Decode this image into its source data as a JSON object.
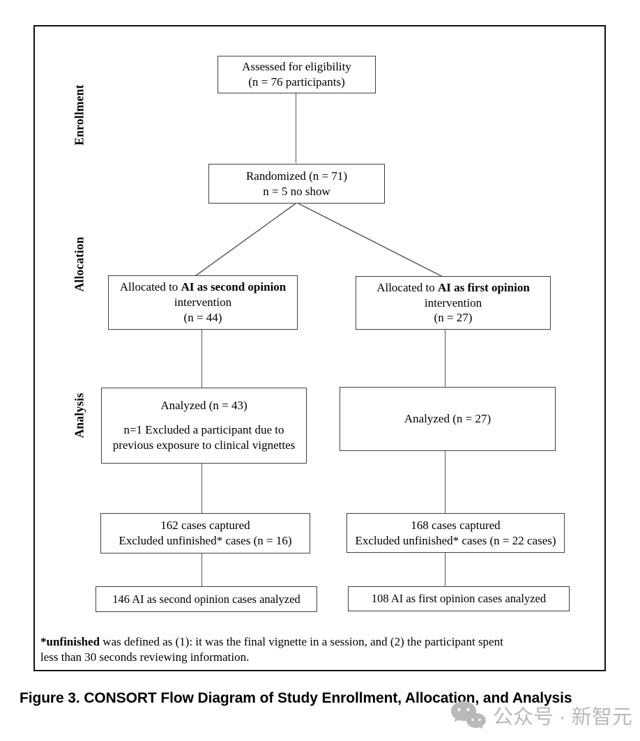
{
  "page": {
    "caption": "Figure 3. CONSORT Flow Diagram of Study Enrollment, Allocation, and Analysis",
    "watermark_text": "公众号 · 新智元"
  },
  "stage_labels": {
    "enrollment": "Enrollment",
    "allocation": "Allocation",
    "analysis": "Analysis"
  },
  "boxes": {
    "assessed": {
      "line1": "Assessed for eligibility",
      "line2": "(n = 76 participants)"
    },
    "randomized": {
      "line1": "Randomized (n = 71)",
      "line2": "n = 5 no show"
    },
    "alloc_second": {
      "prefix": "Allocated to ",
      "bold": "AI as second opinion",
      "line2": "intervention",
      "line3": "(n = 44)"
    },
    "alloc_first": {
      "prefix": "Allocated to ",
      "bold": "AI as first opinion",
      "line2": "intervention",
      "line3": "(n = 27)"
    },
    "analyzed_second": {
      "title": "Analyzed (n = 43)",
      "detail": "n=1 Excluded a participant due to previous exposure to clinical vignettes"
    },
    "analyzed_first": {
      "title": "Analyzed (n = 27)"
    },
    "cases_second": {
      "line1": "162 cases captured",
      "line2": "Excluded unfinished* cases (n = 16)"
    },
    "cases_first": {
      "line1": "168 cases captured",
      "line2": "Excluded unfinished* cases (n = 22 cases)"
    },
    "final_second": {
      "text": "146 AI as second opinion cases analyzed"
    },
    "final_first": {
      "text": "108 AI as first opinion cases analyzed"
    }
  },
  "footnote": {
    "lead": "*unfinished",
    "line1_rest": " was defined as (1): it was the final vignette in a session, and (2) the participant spent",
    "line2": "less than 30 seconds reviewing information."
  },
  "colors": {
    "outer_border": "#111111",
    "box_border": "#3f3f3f",
    "connector": "#555555",
    "text": "#000000",
    "watermark": "#b9b9b9"
  }
}
